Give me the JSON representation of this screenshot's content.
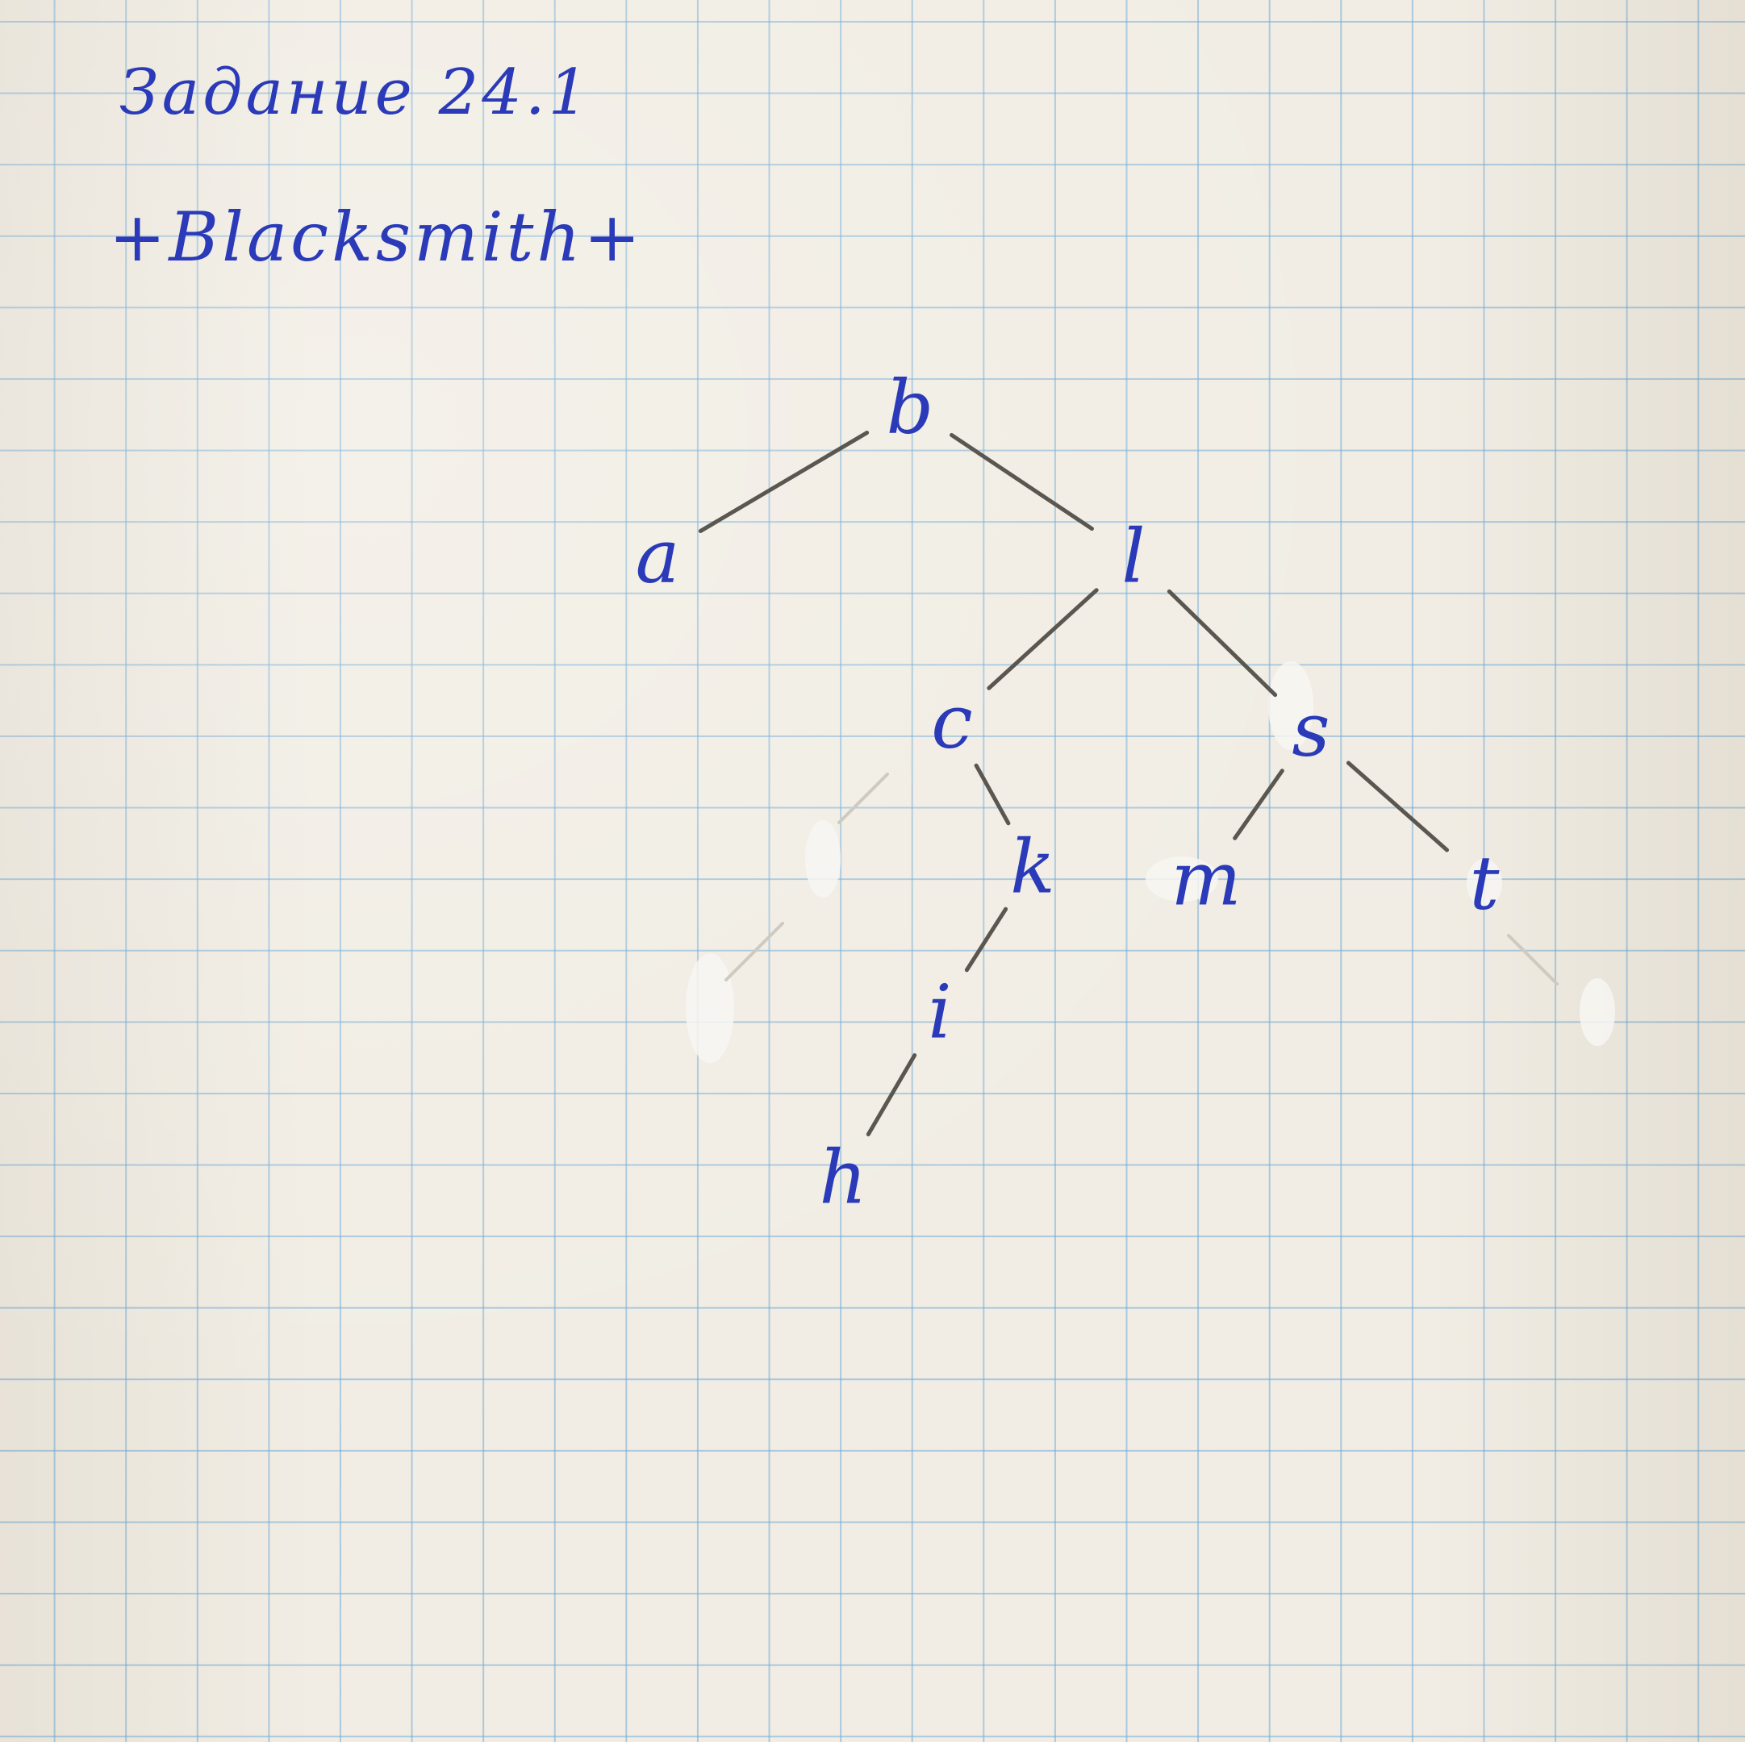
{
  "heading": {
    "title": "Задание 24.1",
    "word": "+Blacksmith+"
  },
  "tree": {
    "nodes": [
      {
        "id": "b",
        "label": "b"
      },
      {
        "id": "a",
        "label": "a"
      },
      {
        "id": "l",
        "label": "l"
      },
      {
        "id": "c",
        "label": "c"
      },
      {
        "id": "s",
        "label": "s"
      },
      {
        "id": "k",
        "label": "k"
      },
      {
        "id": "m",
        "label": "m"
      },
      {
        "id": "t",
        "label": "t"
      },
      {
        "id": "i",
        "label": "i"
      },
      {
        "id": "h",
        "label": "h"
      }
    ],
    "edges": [
      {
        "from": "b",
        "to": "a"
      },
      {
        "from": "b",
        "to": "l"
      },
      {
        "from": "l",
        "to": "c"
      },
      {
        "from": "l",
        "to": "s"
      },
      {
        "from": "c",
        "to": "k"
      },
      {
        "from": "s",
        "to": "m"
      },
      {
        "from": "s",
        "to": "t"
      },
      {
        "from": "k",
        "to": "i"
      },
      {
        "from": "i",
        "to": "h"
      }
    ]
  },
  "colors": {
    "ink": "#2a3ab8",
    "pencil": "#5a5650",
    "paper": "#f1ede4",
    "grid": "#70aad6",
    "correction_fluid": "#f7f6f2"
  }
}
